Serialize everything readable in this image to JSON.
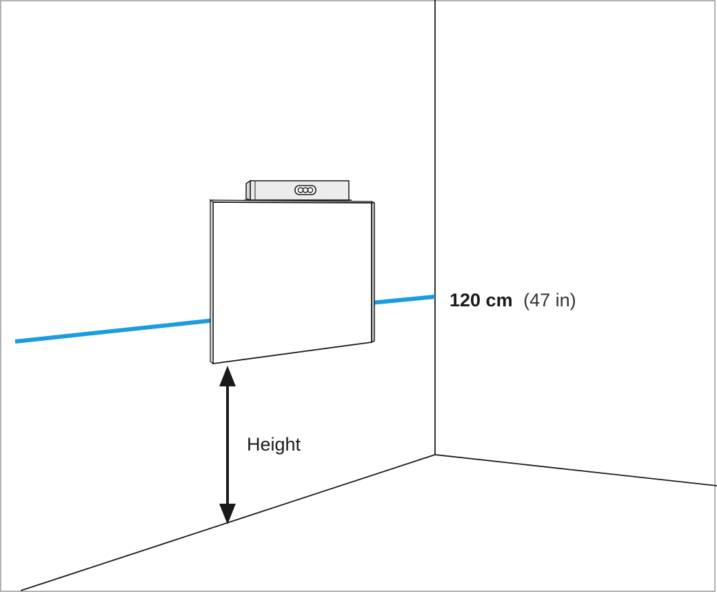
{
  "measurement": {
    "value": "120 cm",
    "imperial": "(47 in)"
  },
  "height_label": "Height",
  "colors": {
    "guide_line": "#1a9ce0",
    "outline": "#1a1a1a",
    "device_fill": "#ececec",
    "screen_fill": "#ffffff"
  }
}
